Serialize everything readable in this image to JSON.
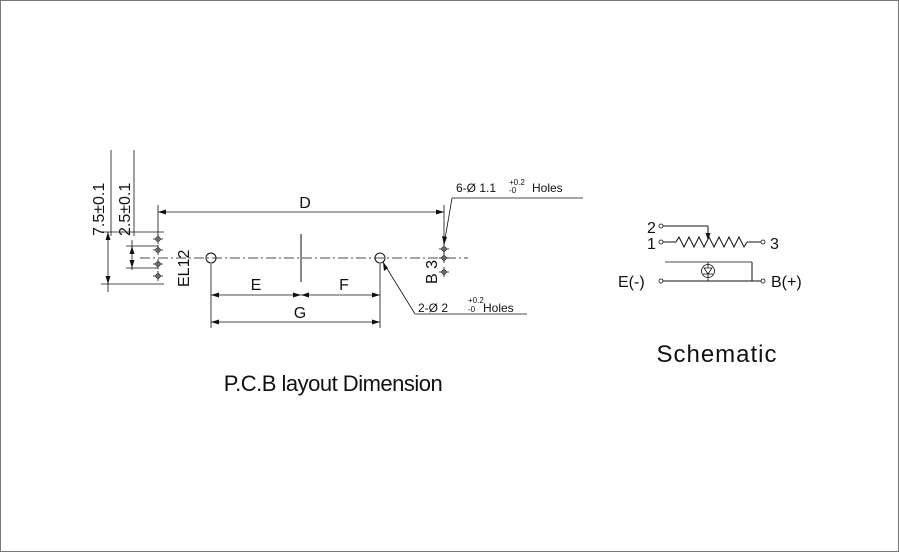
{
  "pcb": {
    "title": "P.C.B layout Dimension",
    "dims": {
      "d": "D",
      "e": "E",
      "f": "F",
      "g": "G",
      "b3": "B 3",
      "el12": "EL12",
      "v75": "7.5±0.1",
      "v25": "2.5±0.1"
    },
    "holes_small": {
      "prefix": "6-Ø 1.1",
      "tol_plus": "+0.2",
      "tol_minus": "-0",
      "suffix": "Holes"
    },
    "holes_large": {
      "prefix": "2-Ø 2",
      "tol_plus": "+0.2",
      "tol_minus": "-0",
      "suffix": "Holes"
    }
  },
  "schematic": {
    "title": "Schematic",
    "pin1": "1",
    "pin2": "2",
    "pin3": "3",
    "e_terminal": "E(-)",
    "b_terminal": "B(+)",
    "resistor_icon": "potentiometer-symbol",
    "led_icon": "led-diode-symbol"
  }
}
